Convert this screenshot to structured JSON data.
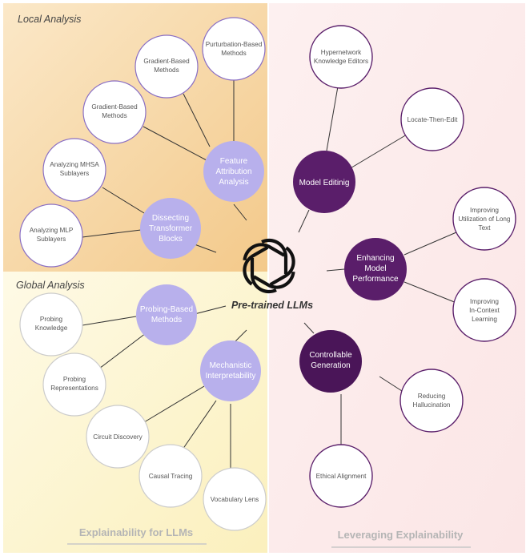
{
  "sections": {
    "local_analysis": "Local Analysis",
    "global_analysis": "Global Analysis"
  },
  "footers": {
    "left": "Explainability for LLMs",
    "right": "Leveraging Explainability"
  },
  "center": {
    "label": "Pre-trained LLMs",
    "icon": "openai-logo-icon"
  },
  "colors": {
    "local_bg": "#f8dfb8",
    "global_bg": "#fdf6d2",
    "right_bg": "#fcebeb",
    "mid_node": "#b8b0ec",
    "dark_node": "#5a1e6a",
    "leaf_border": "#8a6fc4",
    "right_leaf_border": "#5a1e6a"
  },
  "nodes": {
    "feature_attribution": [
      "Feature",
      "Attribution",
      "Analysis"
    ],
    "dissecting_blocks": [
      "Dissecting",
      "Transformer",
      "Blocks"
    ],
    "probing_methods": [
      "Probing-Based",
      "Methods"
    ],
    "mechanistic_interp": [
      "Mechanistic",
      "Interpretability"
    ],
    "model_editing": [
      "Model Editinig"
    ],
    "enhancing_perf": [
      "Enhancing",
      "Model",
      "Performance"
    ],
    "controllable_gen": [
      "Controllable",
      "Generation"
    ],
    "perturbation": [
      "Purturbation-Based",
      "Methods"
    ],
    "gradient_1": [
      "Gradient-Based",
      "Methods"
    ],
    "gradient_2": [
      "Gradient-Based",
      "Methods"
    ],
    "mhsa": [
      "Analyzing MHSA",
      "Sublayers"
    ],
    "mlp": [
      "Analyzing MLP",
      "Sublayers"
    ],
    "probing_knowledge": [
      "Probing",
      "Knowledge"
    ],
    "probing_repr": [
      "Probing",
      "Representations"
    ],
    "circuit": [
      "Circuit Discovery"
    ],
    "causal": [
      "Causal Tracing"
    ],
    "vocab": [
      "Vocabulary Lens"
    ],
    "hypernetwork": [
      "Hypernetwork",
      "Knowledge Editors"
    ],
    "locate_edit": [
      "Locate-Then-Edit"
    ],
    "long_text": [
      "Improving",
      "Utilization of Long",
      "Text"
    ],
    "in_context": [
      "Improving",
      "In-Context",
      "Learning"
    ],
    "hallucination": [
      "Reducing",
      "Hallucination"
    ],
    "ethical": [
      "Ethical Alignment"
    ]
  }
}
